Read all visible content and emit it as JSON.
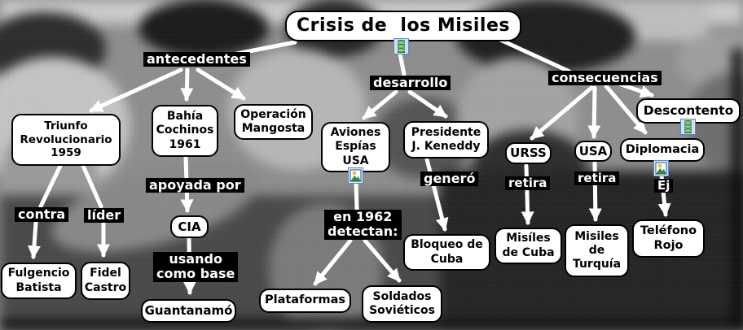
{
  "title": "Crisis de  los Misiles",
  "nodes": {
    "triunfo": "Triunfo\nRevolucionario\n1959",
    "bahia": "Bahía\nCochinos\n1961",
    "operacion": "Operación\nMangosta",
    "aviones": "Aviones\nEspías\nUSA",
    "presidente": "Presidente\nJ. Keneddy",
    "urss": "URSS",
    "usa": "USA",
    "descontento": "Descontento",
    "diplomacia": "Diplomacia",
    "cia": "CIA",
    "fulgencio": "Fulgencio\nBatista",
    "fidel": "Fidel\nCastro",
    "guantanamo": "Guantanamó",
    "plataformas": "Plataformas",
    "soldados": "Soldados\nSoviéticos",
    "bloqueo": "Bloqueo de\nCuba",
    "misiles_cuba": "Misíles\nde Cuba",
    "misiles_turquia": "Misiles\nde\nTurquía",
    "telefono_rojo": "Teléfono\nRojo"
  },
  "edge_labels": {
    "antecedentes": "antecedentes",
    "desarrollo": "desarrollo",
    "consecuencias": "consecuencias",
    "contra": "contra",
    "lider": "líder",
    "apoyada_por": "apoyada por",
    "usando_como_base": "usando\ncomo base",
    "genero": "generó",
    "en_1962_detectan": "en 1962\ndetectan:",
    "retira_urss": "retira",
    "retira_usa": "retira",
    "ej": "Ej"
  },
  "icons": {
    "title_media": "film-icon",
    "descontento_media": "film-icon",
    "aviones_media": "image-icon",
    "diplomacia_media": "image-icon"
  },
  "colors": {
    "node_bg": "#ffffff",
    "node_border": "#000000",
    "label_bg": "#000000",
    "label_text": "#ffffff",
    "arrow": "#ffffff",
    "icon_frame": "#5b87c5",
    "icon_film_green": "#2e7d32",
    "icon_sun_yellow": "#f2cf3a",
    "icon_mountain_green": "#2f8f3a"
  }
}
